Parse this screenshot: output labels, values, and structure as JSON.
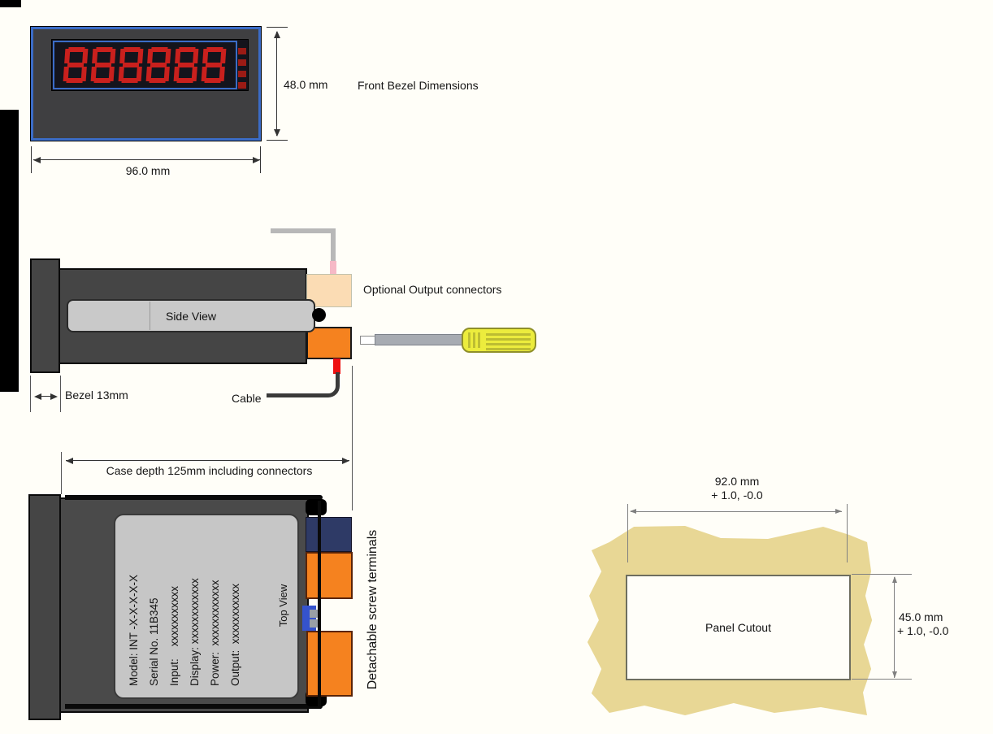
{
  "title": "Panel meter mechanical dimensions diagram",
  "colors": {
    "led_red": "#c9201d",
    "bezel_blue": "#3b6cc7",
    "case_gray": "#454545",
    "terminal_orange": "#f5821f",
    "terminal_navy": "#2e3a66",
    "connector_peach": "#fbdcb4",
    "wire_red": "#ee1111",
    "handle_yellow": "#ecec3d",
    "panel_tan": "#e8d795"
  },
  "front_view": {
    "display_value": "888888",
    "height_label": "48.0 mm",
    "width_label": "96.0 mm",
    "title": "Front Bezel Dimensions"
  },
  "side_view": {
    "label": "Side View",
    "optional_connectors_label": "Optional Output connectors",
    "cable_label": "Cable",
    "bezel_dim_label": "Bezel 13mm",
    "case_depth_label": "Case depth 125mm including connectors"
  },
  "top_view": {
    "label": "Top View",
    "terminals_label": "Detachable screw terminals",
    "nameplate_lines": [
      "Model: INT -X-X-X-X-X",
      "Serial No. 11B345",
      "Input:    xxxxxxxxxxx",
      "Display: xxxxxxxxxxxx",
      "Power:  xxxxxxxxxxxx",
      "Output:  xxxxxxxxxxx"
    ]
  },
  "panel_cutout": {
    "label": "Panel Cutout",
    "width_label": "92.0 mm",
    "width_tolerance": "+ 1.0, -0.0",
    "height_label": "45.0 mm",
    "height_tolerance": "+ 1.0, -0.0"
  }
}
